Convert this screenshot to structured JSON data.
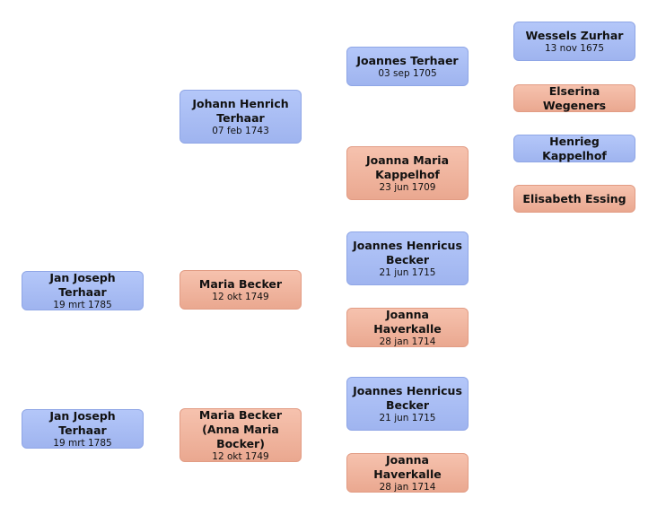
{
  "people": [
    {
      "id": "p1",
      "name": "Jan Joseph Terhaar",
      "date": "19 mrt 1785",
      "gender": "male"
    },
    {
      "id": "p2",
      "name": "Jan Joseph Terhaar",
      "date": "19 mrt 1785",
      "gender": "male"
    },
    {
      "id": "p3",
      "name": "Johann Henrich Terhaar",
      "date": "07 feb 1743",
      "gender": "male"
    },
    {
      "id": "p4",
      "name": "Maria Becker",
      "date": "12 okt 1749",
      "gender": "female"
    },
    {
      "id": "p5",
      "name": "Maria Becker (Anna Maria Bocker)",
      "date": "12 okt 1749",
      "gender": "female"
    },
    {
      "id": "p6",
      "name": "Joannes Terhaer",
      "date": "03 sep 1705",
      "gender": "male"
    },
    {
      "id": "p7",
      "name": "Joanna Maria Kappelhof",
      "date": "23 jun 1709",
      "gender": "female"
    },
    {
      "id": "p8",
      "name": "Joannes Henricus Becker",
      "date": "21 jun 1715",
      "gender": "male"
    },
    {
      "id": "p9",
      "name": "Joanna Haverkalle",
      "date": "28 jan 1714",
      "gender": "female"
    },
    {
      "id": "p10",
      "name": "Joannes Henricus Becker",
      "date": "21 jun 1715",
      "gender": "male"
    },
    {
      "id": "p11",
      "name": "Joanna Haverkalle",
      "date": "28 jan 1714",
      "gender": "female"
    },
    {
      "id": "p12",
      "name": "Wessels Zurhar",
      "date": "13 nov 1675",
      "gender": "male"
    },
    {
      "id": "p13",
      "name": "Elserina Wegeners",
      "date": "",
      "gender": "female"
    },
    {
      "id": "p14",
      "name": "Henrieg Kappelhof",
      "date": "",
      "gender": "male"
    },
    {
      "id": "p15",
      "name": "Elisabeth Essing",
      "date": "",
      "gender": "female"
    }
  ],
  "colors": {
    "male": "#a9bdf4",
    "female": "#efb59f"
  }
}
